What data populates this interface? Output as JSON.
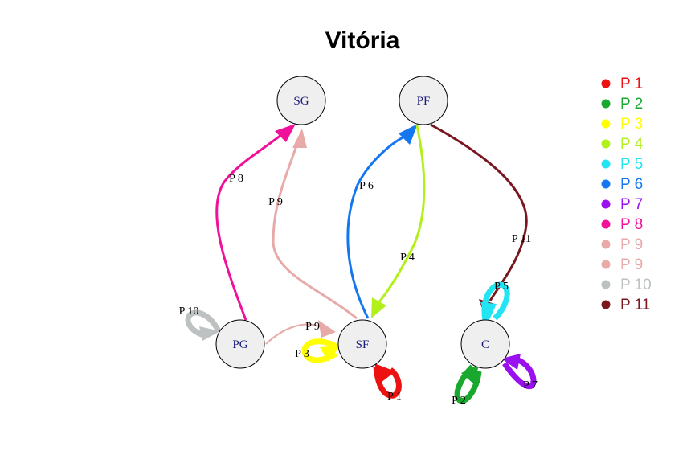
{
  "title": "Vitória",
  "nodes": [
    {
      "id": "SG",
      "label": "SG"
    },
    {
      "id": "PF",
      "label": "PF"
    },
    {
      "id": "PG",
      "label": "PG"
    },
    {
      "id": "SF",
      "label": "SF"
    },
    {
      "id": "C",
      "label": "C"
    }
  ],
  "edges": [
    {
      "label": "P 1",
      "from": "SF",
      "to": "SF",
      "color": "#ee1111"
    },
    {
      "label": "P 2",
      "from": "C",
      "to": "C",
      "color": "#18a82e"
    },
    {
      "label": "P 3",
      "from": "SF",
      "to": "SF",
      "color": "#ffff00"
    },
    {
      "label": "P 4",
      "from": "PF",
      "to": "SF",
      "color": "#b2f01a"
    },
    {
      "label": "P 5",
      "from": "C",
      "to": "C",
      "color": "#22e4f2"
    },
    {
      "label": "P 6",
      "from": "SF",
      "to": "PF",
      "color": "#1577f0"
    },
    {
      "label": "P 7",
      "from": "C",
      "to": "C",
      "color": "#9a10f0"
    },
    {
      "label": "P 8",
      "from": "PG",
      "to": "SG",
      "color": "#f0109a"
    },
    {
      "label": "P 9",
      "from": "SF",
      "to": "SG",
      "color": "#e8a9a9"
    },
    {
      "label": "P 9",
      "from": "PG",
      "to": "SF",
      "color": "#e8a9a9"
    },
    {
      "label": "P 10",
      "from": "PG",
      "to": "PG",
      "color": "#bdc1c1"
    },
    {
      "label": "P 11",
      "from": "PF",
      "to": "C",
      "color": "#7a1620"
    }
  ],
  "legend": [
    {
      "label": "P 1",
      "color": "#ee1111"
    },
    {
      "label": "P 2",
      "color": "#18a82e"
    },
    {
      "label": "P 3",
      "color": "#ffff00"
    },
    {
      "label": "P 4",
      "color": "#b2f01a"
    },
    {
      "label": "P 5",
      "color": "#22e4f2"
    },
    {
      "label": "P 6",
      "color": "#1577f0"
    },
    {
      "label": "P 7",
      "color": "#9a10f0"
    },
    {
      "label": "P 8",
      "color": "#f0109a"
    },
    {
      "label": "P 9",
      "color": "#e8a9a9"
    },
    {
      "label": "P 9",
      "color": "#e8a9a9"
    },
    {
      "label": "P 10",
      "color": "#bdc1c1"
    },
    {
      "label": "P 11",
      "color": "#7a1620"
    }
  ]
}
